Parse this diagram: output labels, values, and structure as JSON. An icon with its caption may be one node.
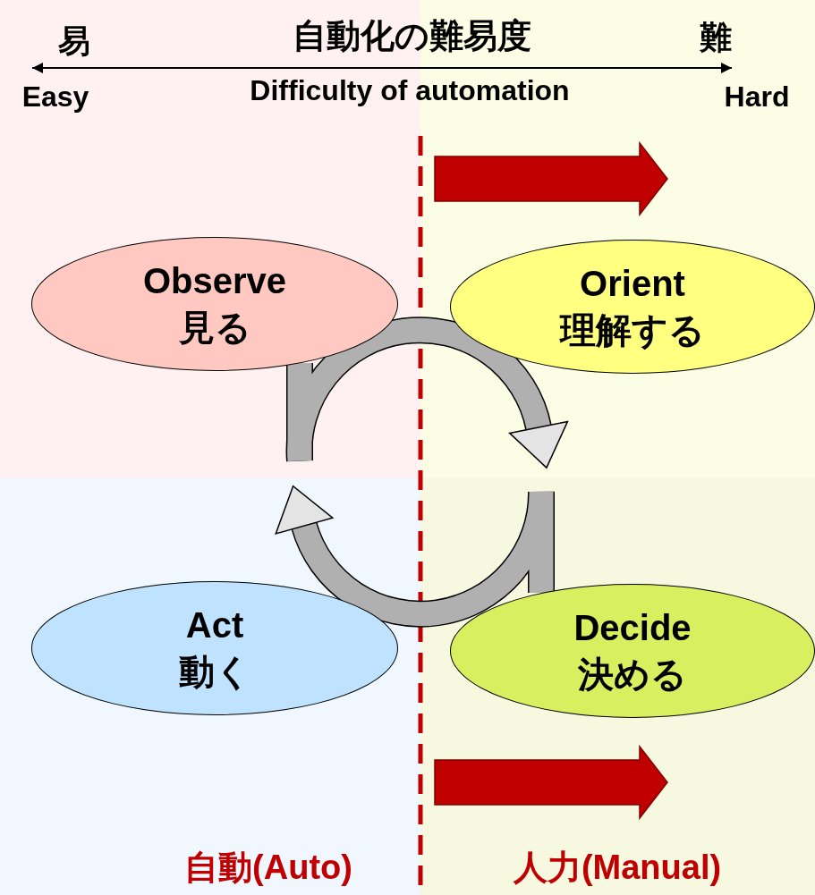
{
  "diagram": {
    "title": "自動化の難易度",
    "nodes": [
      {
        "text": [
          "Observe",
          "見る"
        ]
      },
      {
        "text": [
          "Orient",
          "理解する"
        ]
      },
      {
        "text": [
          "Decide",
          "決める"
        ]
      },
      {
        "text": [
          "Act",
          "動く"
        ]
      }
    ],
    "edges": [
      {
        "from": 0,
        "to": 1,
        "arrow": "to"
      },
      {
        "from": 2,
        "to": 3,
        "arrow": "to"
      }
    ],
    "labels": [
      "易",
      "難",
      "Easy",
      "Difficulty of automation",
      "Hard",
      "自動(Auto)",
      "人力(Manual)"
    ]
  }
}
